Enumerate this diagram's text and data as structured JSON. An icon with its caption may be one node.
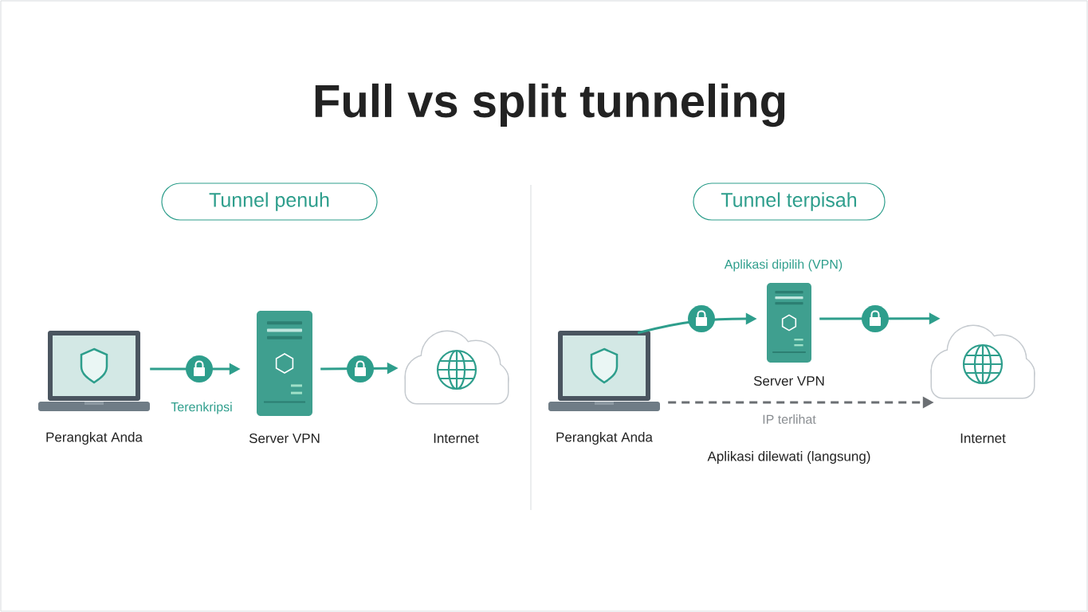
{
  "diagram": {
    "title": "Full vs split tunneling",
    "nodes": [
      {
        "text": [
          "Tunnel penuh"
        ]
      },
      {
        "text": [],
        "shape": "laptop",
        "beside": [
          "Perangkat Anda"
        ]
      },
      {
        "text": [],
        "shape": "server",
        "beside": [
          "Server VPN"
        ]
      },
      {
        "text": [],
        "shape": "cloud",
        "beside": [
          "Internet"
        ]
      },
      {
        "text": [
          "Tunnel terpisah"
        ]
      },
      {
        "text": [],
        "shape": "laptop",
        "beside": [
          "Perangkat Anda"
        ]
      },
      {
        "text": [],
        "shape": "server",
        "beside": [
          "Server VPN"
        ]
      },
      {
        "text": [],
        "shape": "cloud",
        "beside": [
          "Internet"
        ]
      }
    ],
    "edges": [
      {
        "from": 1,
        "to": 2,
        "arrow": "to",
        "label": "Terenkripsi"
      },
      {
        "from": 2,
        "to": 3,
        "arrow": "to"
      },
      {
        "from": 5,
        "to": 6,
        "arrow": "to"
      },
      {
        "from": 6,
        "to": 7,
        "arrow": "to"
      },
      {
        "from": 5,
        "to": 7,
        "arrow": "to",
        "label": "IP terlihat",
        "style": "dashed",
        "color": "#6b6f73"
      }
    ],
    "labels": [
      "Aplikasi dipilih (VPN)",
      "Aplikasi dilewati (langsung)"
    ]
  }
}
